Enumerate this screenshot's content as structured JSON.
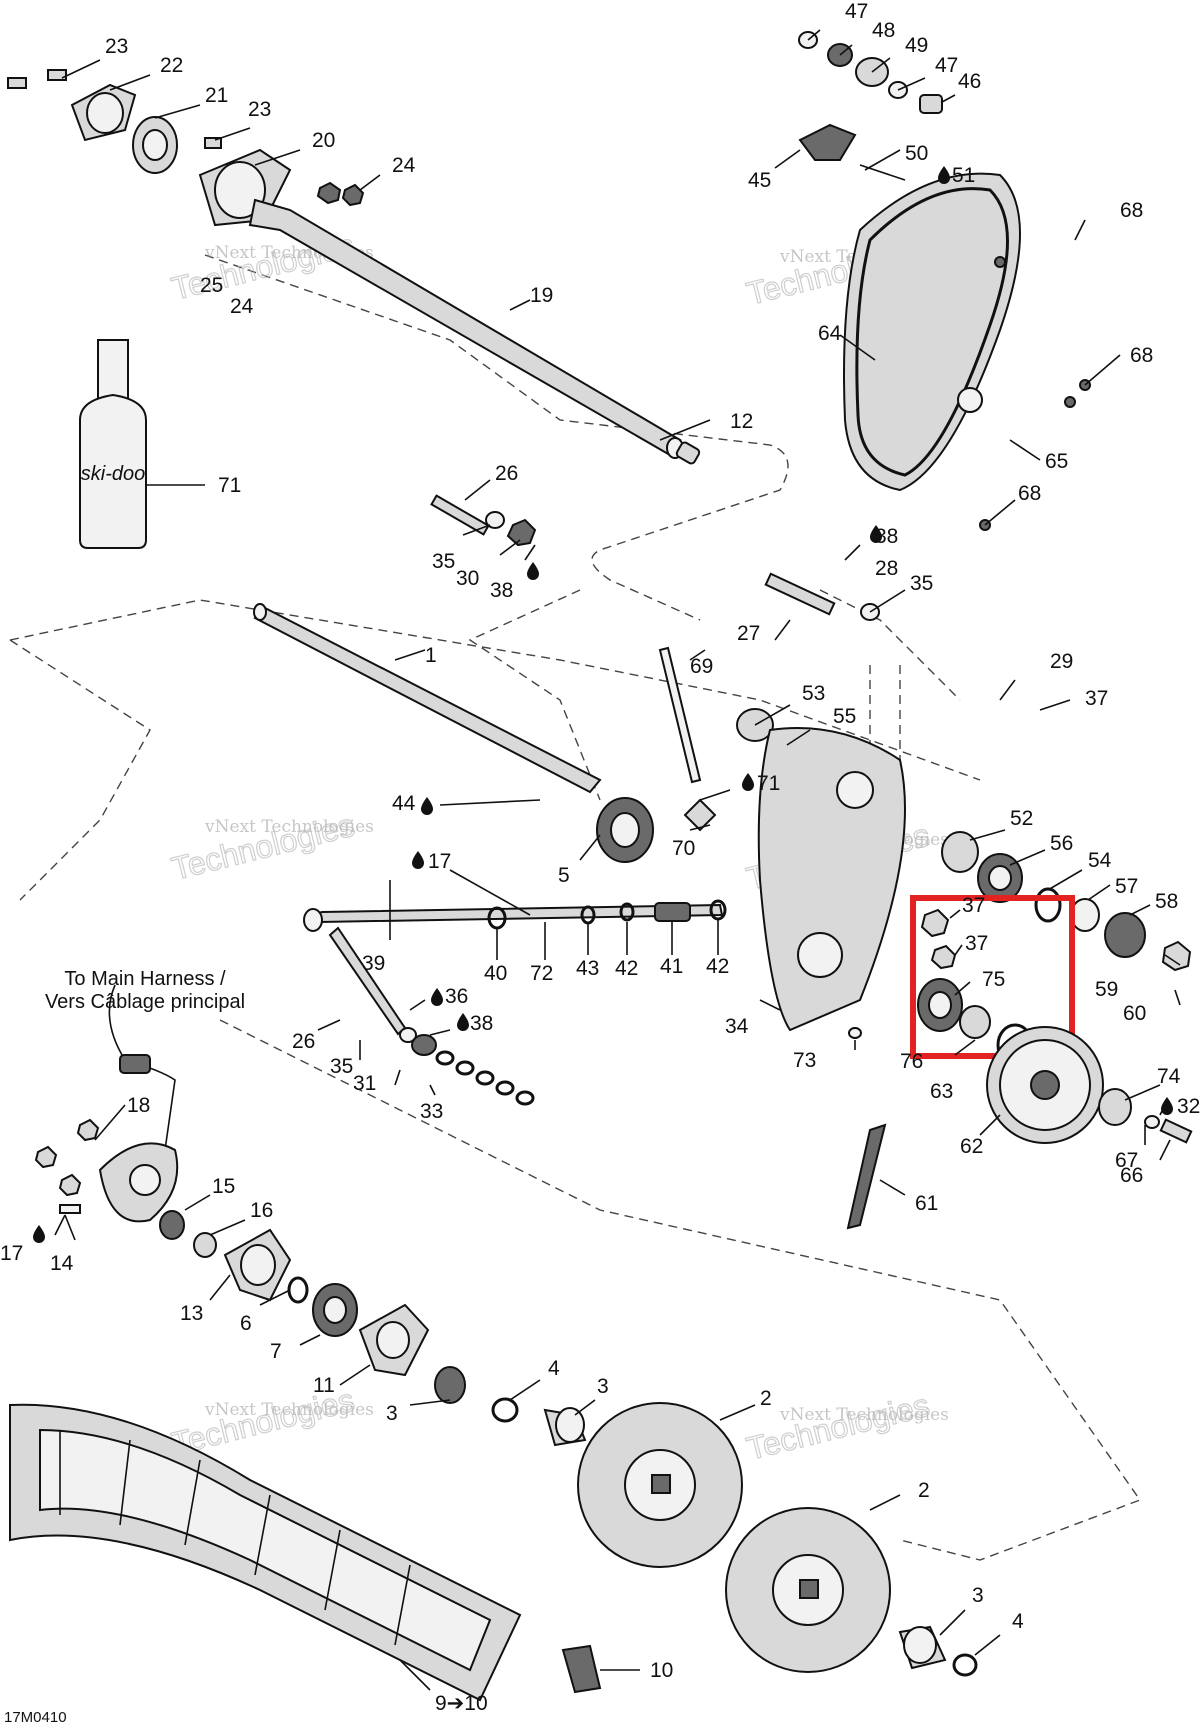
{
  "diagram": {
    "code": "17M0410",
    "harness_note": [
      "To Main Harness /",
      "Vers Câblage principal"
    ],
    "bottle_label": "ski-doo",
    "watermark": [
      "vNext Technologies",
      "Technologies"
    ],
    "highlight_color": "#e32222",
    "callouts": [
      "47",
      "48",
      "49",
      "47",
      "46",
      "23",
      "22",
      "21",
      "23",
      "20",
      "24",
      "45",
      "50",
      "51",
      "68",
      "25",
      "24",
      "19",
      "64",
      "68",
      "12",
      "71",
      "65",
      "68",
      "26",
      "35",
      "30",
      "38",
      "38",
      "28",
      "35",
      "1",
      "27",
      "69",
      "29",
      "53",
      "55",
      "37",
      "44",
      "71",
      "70",
      "52",
      "56",
      "5",
      "17",
      "54",
      "57",
      "58",
      "39",
      "40",
      "72",
      "43",
      "42",
      "41",
      "42",
      "37",
      "37",
      "75",
      "59",
      "60",
      "34",
      "26",
      "36",
      "38",
      "73",
      "76",
      "63",
      "74",
      "32",
      "35",
      "31",
      "33",
      "67",
      "66",
      "62",
      "18",
      "15",
      "16",
      "61",
      "17",
      "14",
      "13",
      "6",
      "7",
      "11",
      "3",
      "4",
      "3",
      "2",
      "2",
      "3",
      "4",
      "10",
      "9➔10"
    ]
  }
}
